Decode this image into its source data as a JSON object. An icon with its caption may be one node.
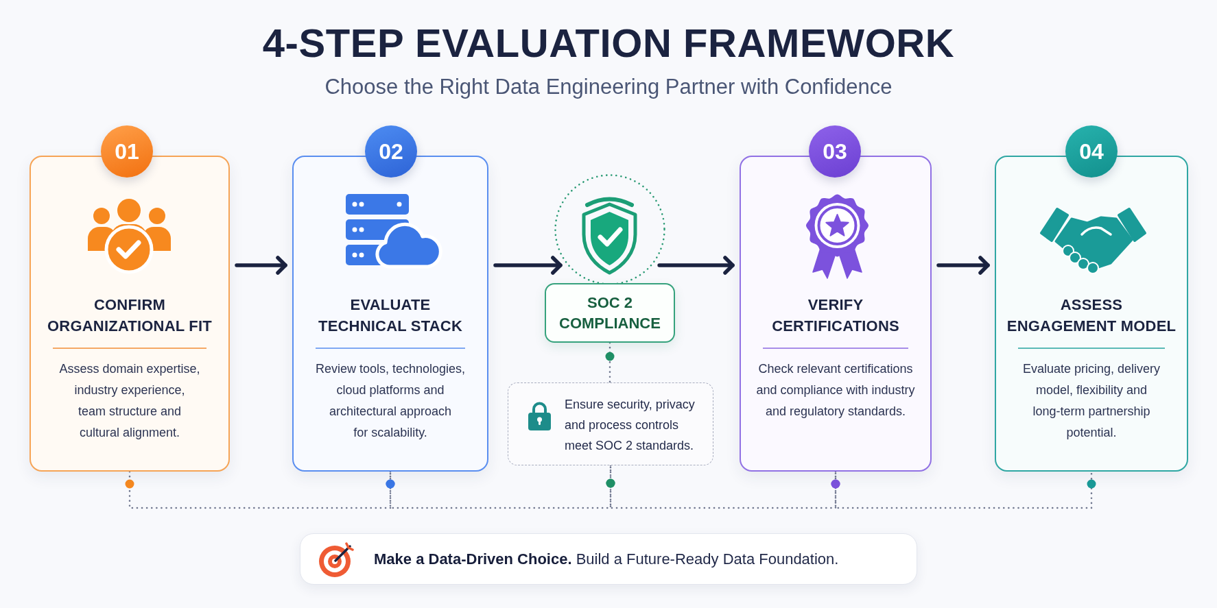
{
  "diagram": {
    "title": "4-STEP EVALUATION FRAMEWORK",
    "nodes": [
      {
        "text": [
          "01"
        ]
      },
      {
        "text": [
          "CONFIRM ORGANIZATIONAL FIT",
          "Assess domain expertise, industry experience, team structure and cultural alignment."
        ]
      },
      {
        "text": [
          "02"
        ]
      },
      {
        "text": [
          "EVALUATE TECHNICAL STACK",
          "Review tools, technologies, cloud platforms and architectural approach for scalability."
        ]
      },
      {
        "text": [],
        "shape": "circle"
      },
      {
        "text": [
          "SOC 2 COMPLIANCE"
        ]
      },
      {
        "text": [
          "Ensure security, privacy and process controls meet SOC 2 standards."
        ]
      },
      {
        "text": [
          "03"
        ]
      },
      {
        "text": [
          "VERIFY CERTIFICATIONS",
          "Check relevant certifications and compliance with industry and regulatory standards."
        ]
      },
      {
        "text": [
          "04"
        ]
      },
      {
        "text": [
          "ASSESS ENGAGEMENT MODEL",
          "Evaluate pricing, delivery model, flexibility and long-term partnership potential."
        ]
      },
      {
        "text": [
          "**Make a Data-Driven Choice.** Build a Future-Ready Data Foundation."
        ]
      }
    ],
    "edges": [
      {
        "from": 1,
        "to": 3,
        "arrow": "to",
        "style": "thick",
        "color": "#1b2340"
      },
      {
        "from": 3,
        "to": 4,
        "arrow": "to",
        "style": "thick",
        "color": "#1b2340"
      },
      {
        "from": 4,
        "to": 8,
        "arrow": "to",
        "style": "thick",
        "color": "#1b2340"
      },
      {
        "from": 8,
        "to": 10,
        "arrow": "to",
        "style": "thick",
        "color": "#1b2340"
      },
      {
        "from": 5,
        "to": 6,
        "arrow": "other",
        "style": "dashed"
      },
      {
        "from": 1,
        "to": 3,
        "arrow": "other",
        "style": "dashed"
      },
      {
        "from": 3,
        "to": 6,
        "arrow": "other",
        "style": "dashed"
      },
      {
        "from": 6,
        "to": 8,
        "arrow": "other",
        "style": "dashed"
      },
      {
        "from": 8,
        "to": 10,
        "arrow": "other",
        "style": "dashed"
      }
    ],
    "labels": [
      "Choose the Right Data Engineering Partner with Confidence"
    ]
  }
}
